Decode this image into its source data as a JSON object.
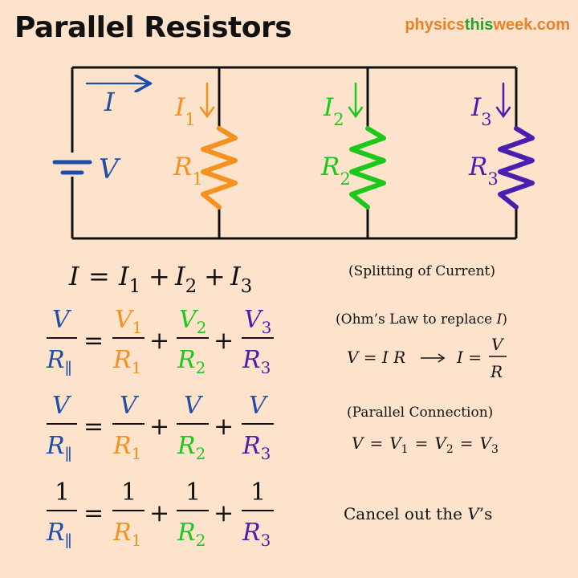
{
  "title": "Parallel Resistors",
  "brand": {
    "part1": "physics",
    "part2": "this",
    "part3": "week.com"
  },
  "colors": {
    "blue": "#1f4ea8",
    "orange": "#f5911e",
    "green": "#1cc81c",
    "purple": "#4a1fb0",
    "background": "#fde3cb"
  },
  "circuit": {
    "total_current_label": "I",
    "voltage_label": "V",
    "branches": [
      {
        "current": "I",
        "current_sub": "1",
        "resistor": "R",
        "resistor_sub": "1",
        "color": "orange"
      },
      {
        "current": "I",
        "current_sub": "2",
        "resistor": "R",
        "resistor_sub": "2",
        "color": "green"
      },
      {
        "current": "I",
        "current_sub": "3",
        "resistor": "R",
        "resistor_sub": "3",
        "color": "purple"
      }
    ]
  },
  "equations": {
    "eq1": {
      "lhs": "I",
      "t1": "I",
      "s1": "1",
      "t2": "I",
      "s2": "2",
      "t3": "I",
      "s3": "3"
    },
    "eq2": {
      "lhs_num": "V",
      "lhs_den": "R",
      "lhs_sub": "∥",
      "n1": "V",
      "n1s": "1",
      "d1": "R",
      "d1s": "1",
      "n2": "V",
      "n2s": "2",
      "d2": "R",
      "d2s": "2",
      "n3": "V",
      "n3s": "3",
      "d3": "R",
      "d3s": "3"
    },
    "eq3": {
      "lhs_num": "V",
      "lhs_den": "R",
      "lhs_sub": "∥",
      "n1": "V",
      "d1": "R",
      "d1s": "1",
      "n2": "V",
      "d2": "R",
      "d2s": "2",
      "n3": "V",
      "d3": "R",
      "d3s": "3"
    },
    "eq4": {
      "lhs_num": "1",
      "lhs_den": "R",
      "lhs_sub": "∥",
      "n1": "1",
      "d1": "R",
      "d1s": "1",
      "n2": "1",
      "d2": "R",
      "d2s": "2",
      "n3": "1",
      "d3": "R",
      "d3s": "3"
    },
    "equals": "=",
    "plus": "+"
  },
  "notes": {
    "splitting": "(Splitting of Current)",
    "ohm_title_prefix": "(Ohm’s Law to replace ",
    "ohm_title_var": "I",
    "ohm_title_suffix": ")",
    "ohm_eq_left": "V = I R",
    "ohm_eq_right_lhs": "I =",
    "ohm_eq_num": "V",
    "ohm_eq_den": "R",
    "parallel": "(Parallel Connection)",
    "parallel_eq": {
      "v": "V",
      "v1": "V",
      "s1": "1",
      "v2": "V",
      "s2": "2",
      "v3": "V",
      "s3": "3"
    },
    "cancel_prefix": "Cancel out the ",
    "cancel_var": "V",
    "cancel_suffix": "’s"
  }
}
